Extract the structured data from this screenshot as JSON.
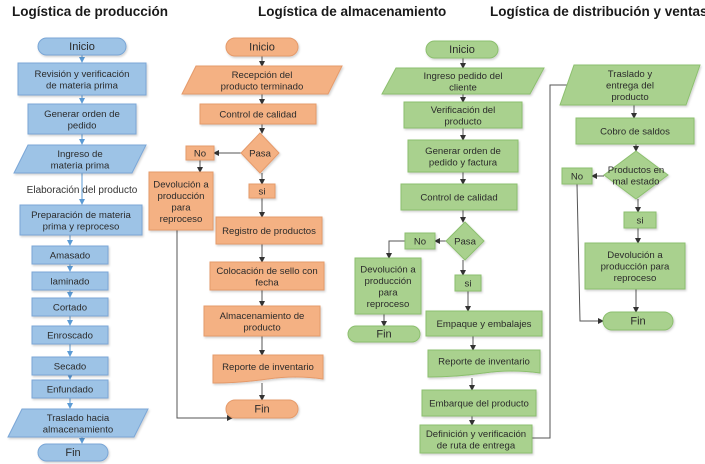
{
  "titles": {
    "production": "Logística de producción",
    "storage": "Logística de almacenamiento",
    "distribution": "Logística de distribución y ventas"
  },
  "colors": {
    "blue_fill": "#9dc3e6",
    "blue_stroke": "#7aa6d6",
    "blue_arrow": "#5b9bd5",
    "orange_fill": "#f4b183",
    "orange_stroke": "#e59a6a",
    "green_fill": "#a9d18e",
    "green_stroke": "#8cbf6e",
    "line": "#555555"
  },
  "production": {
    "start": "Inicio",
    "steps": [
      [
        "Revisión y verificación",
        "de materia prima"
      ],
      [
        "Generar orden de",
        "pedido"
      ]
    ],
    "input": [
      "Ingreso de",
      "materia prima"
    ],
    "section_label": "Elaboración del producto",
    "process": [
      [
        "Preparación de materia",
        "prima y reproceso"
      ],
      [
        "Amasado"
      ],
      [
        "laminado"
      ],
      [
        "Cortado"
      ],
      [
        "Enroscado"
      ],
      [
        "Secado"
      ],
      [
        "Enfundado"
      ]
    ],
    "output": [
      "Traslado hacia",
      "almacenamiento"
    ],
    "end": "Fin"
  },
  "storage": {
    "start": "Inicio",
    "input": [
      "Recepción del",
      "producto terminado"
    ],
    "quality": "Control de calidad",
    "decision": "Pasa",
    "no": "No",
    "yes": "si",
    "return": [
      "Devolución a",
      "producción",
      "para",
      "reproceso"
    ],
    "steps": [
      [
        "Registro de productos"
      ],
      [
        "Colocación de sello con",
        "fecha"
      ],
      [
        "Almacenamiento de",
        "producto"
      ]
    ],
    "report": "Reporte de inventario",
    "end": "Fin"
  },
  "distribution_a": {
    "start": "Inicio",
    "input": [
      "Ingreso pedido del",
      "cliente"
    ],
    "steps": [
      [
        "Verificación del",
        "producto"
      ],
      [
        "Generar orden de",
        "pedido y factura"
      ],
      [
        "Control  de calidad"
      ]
    ],
    "decision": "Pasa",
    "no": "No",
    "yes": "si",
    "return": [
      "Devolución a",
      "producción",
      "para",
      "reproceso"
    ],
    "return_end": "Fin",
    "packing": "Empaque y embalajes",
    "report": "Reporte de inventario",
    "shipping": "Embarque del producto",
    "route": [
      "Definición y verificación",
      "de ruta de entrega"
    ]
  },
  "distribution_b": {
    "delivery": [
      "Traslado y",
      "entrega del",
      "producto"
    ],
    "payment": "Cobro de saldos",
    "decision": [
      "Productos en",
      "mal estado"
    ],
    "no": "No",
    "yes": "si",
    "return": [
      "Devolución a",
      "producción para",
      "reproceso"
    ],
    "end": "Fin"
  }
}
